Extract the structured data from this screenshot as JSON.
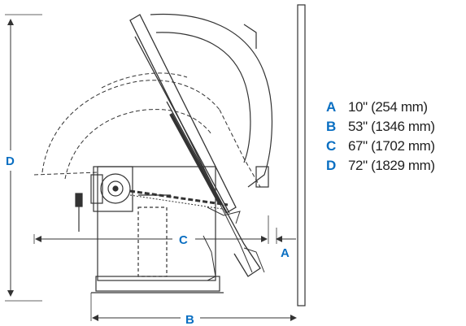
{
  "colors": {
    "accent": "#0a6fc2",
    "line": "#333333",
    "text": "#222222"
  },
  "dimension_labels": {
    "a": "A",
    "b": "B",
    "c": "C",
    "d": "D"
  },
  "legend": {
    "items": [
      {
        "letter": "A",
        "value": "10\" (254 mm)"
      },
      {
        "letter": "B",
        "value": "53\" (1346 mm)"
      },
      {
        "letter": "C",
        "value": "67\" (1702 mm)"
      },
      {
        "letter": "D",
        "value": "72\" (1829 mm)"
      }
    ]
  }
}
